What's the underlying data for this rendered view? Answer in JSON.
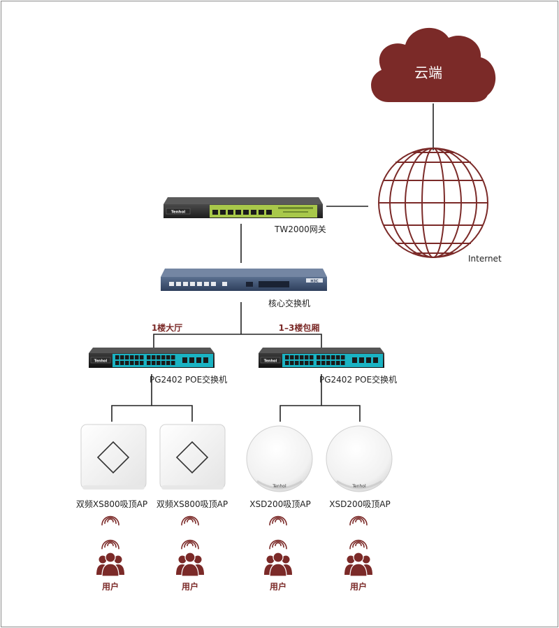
{
  "cloud": {
    "label": "云端",
    "color": "#7b2a28"
  },
  "internet": {
    "label": "Internet"
  },
  "gateway": {
    "label": "TW2000网关",
    "brand": "Tenhol"
  },
  "core_switch": {
    "label": "核心交换机",
    "brand": "H3C"
  },
  "zones": [
    "1楼大厅",
    "1–3楼包厢"
  ],
  "poe_switches": [
    {
      "label": "PG2402 POE交换机",
      "brand": "Tenhol"
    },
    {
      "label": "PG2402 POE交换机",
      "brand": "Tenhol"
    }
  ],
  "access_points": [
    {
      "label": "双频XS800吸顶AP",
      "shape": "square"
    },
    {
      "label": "双频XS800吸顶AP",
      "shape": "square"
    },
    {
      "label": "XSD200吸顶AP",
      "shape": "round",
      "brand": "Tenhol"
    },
    {
      "label": "XSD200吸顶AP",
      "shape": "round",
      "brand": "Tenhol"
    }
  ],
  "users": [
    {
      "label": "用户",
      "icon": "users-group-icon"
    },
    {
      "label": "用户",
      "icon": "users-group-icon"
    },
    {
      "label": "用户",
      "icon": "users-group-icon"
    },
    {
      "label": "用户",
      "icon": "users-group-icon"
    }
  ],
  "colors": {
    "accent": "#7b2a28",
    "line": "#222222",
    "poe_panel": "#1ab3c3",
    "gateway_panel": "#a8c84a"
  }
}
